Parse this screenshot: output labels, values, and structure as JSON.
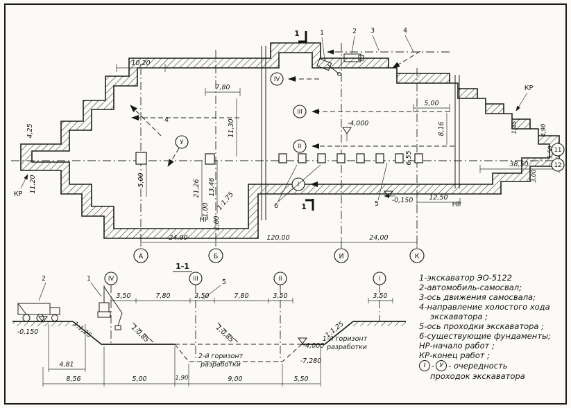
{
  "plan": {
    "kr_left": "КР",
    "kr_right": "КР",
    "nr_left": "НР",
    "nr_right": "НР",
    "cut_label": "1",
    "callout_1": "1",
    "callout_2": "2",
    "callout_3": "3",
    "callout_4": "4",
    "callout_4_dir": "4",
    "callout_5": "5",
    "callout_6": "6",
    "pass_I": "I",
    "pass_II": "II",
    "pass_III": "III",
    "pass_IV": "IV",
    "pass_V": "У",
    "axis_A": "А",
    "axis_B": "Б",
    "axis_I": "И",
    "axis_K": "К",
    "axis_11": "11",
    "axis_12": "12",
    "dim_10_20": "10,20",
    "dim_7_80": "7,80",
    "dim_11_30": "11,30",
    "dim_4_25": "4,25",
    "dim_11_20": "11,20",
    "dim_5_00_left": "5,00",
    "dim_21_26": "21,26",
    "dim_13_46": "13,46",
    "dim_1_00": "1,00",
    "dim_2_80": "2,80",
    "slope_1_1_75": "1:1,75",
    "dim_5_00_right": "5,00",
    "dim_8_16": "8,16",
    "dim_6_55": "6,55",
    "elev_minus_4_000": "-4,000",
    "elev_minus_0_150": "-0,150",
    "dim_12_50": "12,50",
    "dim_38_50": "38,50",
    "dim_24_00_left": "24,00",
    "dim_120_00": "120,00",
    "dim_24_00_right": "24,00",
    "dim_1_45": "1,45",
    "dim_4_90": "4,90",
    "dim_5_50": "5,50",
    "dim_3_00": "3,00"
  },
  "section": {
    "title": "1-1",
    "callout_1": "1",
    "callout_2": "2",
    "callout_5": "5",
    "pass_I": "I",
    "pass_II": "II",
    "pass_III": "III",
    "pass_IV": "IV",
    "dims_top": [
      "3,50",
      "7,80",
      "3,50",
      "7,80",
      "3,50",
      "3,50"
    ],
    "elev_minus_0_150": "-0,150",
    "slope_left": "1:1,25",
    "slope_mid_a": "1:0,85",
    "slope_mid_b": "1:0,85",
    "slope_right": "1:1,25",
    "horizon1_title": "1-й горизонт",
    "horizon1_elev": "-4,000",
    "horizon1_sub": "разработки",
    "horizon2_title": "2-й горизонт",
    "horizon2_sub": "разработки",
    "horizon2_elev": "-7,280",
    "dim_4_81": "4,81",
    "dim_8_56": "8,56",
    "dim_5_00": "5,00",
    "dim_1_90": "1,90",
    "dim_9_00": "9,00",
    "dim_5_50": "5,50"
  },
  "legend": {
    "items": [
      "1-экскаватор ЭО-5122",
      "2-автомобиль-самосвал;",
      "3-ось движения самосвала;",
      "4-направление холостого хода",
      "экскаватора ;",
      "5-ось проходки экскаватора ;",
      "6-существующие фундаменты;",
      "НР-начало работ ;",
      "КР-конец работ ;"
    ],
    "seq_first": "I",
    "seq_dash": "-",
    "seq_last": "У",
    "seq_text": "- очередность",
    "seq_text2": "проходок экскаватора"
  }
}
